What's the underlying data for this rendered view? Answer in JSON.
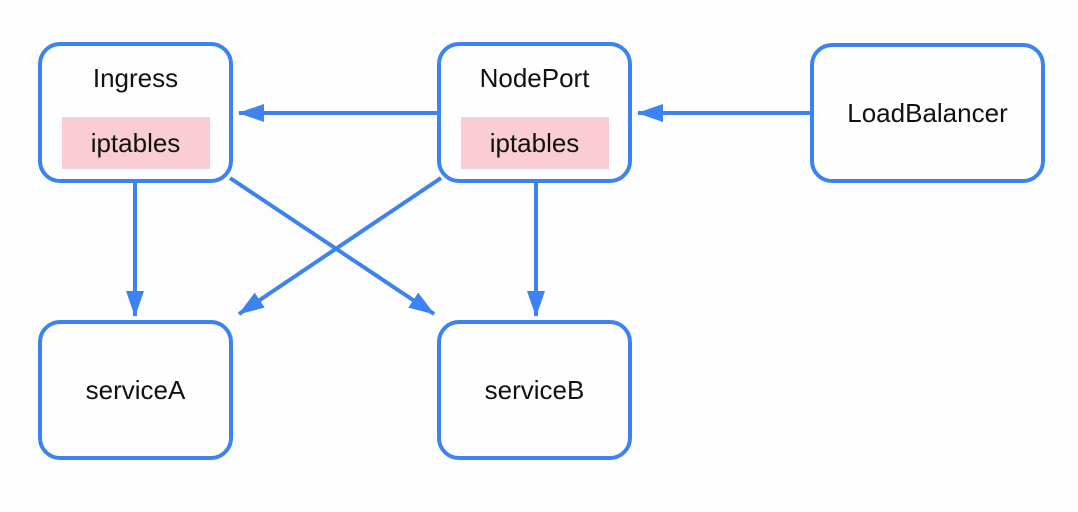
{
  "diagram": {
    "type": "flowchart",
    "background_color": "#fdfdfd",
    "accent_color": "#3c82f0",
    "badge_background_color": "#f9cdd3",
    "text_color": "#111111",
    "nodes": {
      "ingress": {
        "label": "Ingress",
        "badge": "iptables"
      },
      "nodeport": {
        "label": "NodePort",
        "badge": "iptables"
      },
      "loadbalancer": {
        "label": "LoadBalancer"
      },
      "servicea": {
        "label": "serviceA"
      },
      "serviceb": {
        "label": "serviceB"
      }
    },
    "edges": [
      {
        "from": "LoadBalancer",
        "to": "NodePort"
      },
      {
        "from": "NodePort",
        "to": "Ingress"
      },
      {
        "from": "Ingress",
        "to": "serviceA"
      },
      {
        "from": "Ingress",
        "to": "serviceB"
      },
      {
        "from": "NodePort",
        "to": "serviceA"
      },
      {
        "from": "NodePort",
        "to": "serviceB"
      }
    ]
  }
}
